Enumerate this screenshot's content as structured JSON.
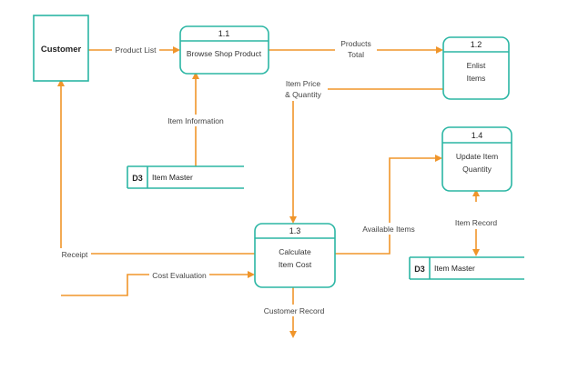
{
  "colors": {
    "process_border": "#2bb6a4",
    "flow_arrow": "#f0952a",
    "text": "#222222"
  },
  "entity": {
    "customer": "Customer"
  },
  "processes": {
    "p11": {
      "id": "1.1",
      "line1": "Browse Shop Product"
    },
    "p12": {
      "id": "1.2",
      "line1": "Enlist",
      "line2": "Items"
    },
    "p13": {
      "id": "1.3",
      "line1": "Calculate",
      "line2": "Item Cost"
    },
    "p14": {
      "id": "1.4",
      "line1": "Update Item",
      "line2": "Quantity"
    }
  },
  "stores": {
    "left": {
      "id": "D3",
      "name": "Item Master"
    },
    "right": {
      "id": "D3",
      "name": "Item Master"
    }
  },
  "flows": {
    "product_list": "Product List",
    "products_total_1": "Products",
    "products_total_2": "Total",
    "item_information": "Item Information",
    "item_price_1": "Item Price",
    "item_price_2": "& Quantity",
    "available_items": "Available Items",
    "item_record": "Item Record",
    "receipt": "Receipt",
    "cost_evaluation": "Cost Evaluation",
    "customer_record": "Customer Record"
  }
}
